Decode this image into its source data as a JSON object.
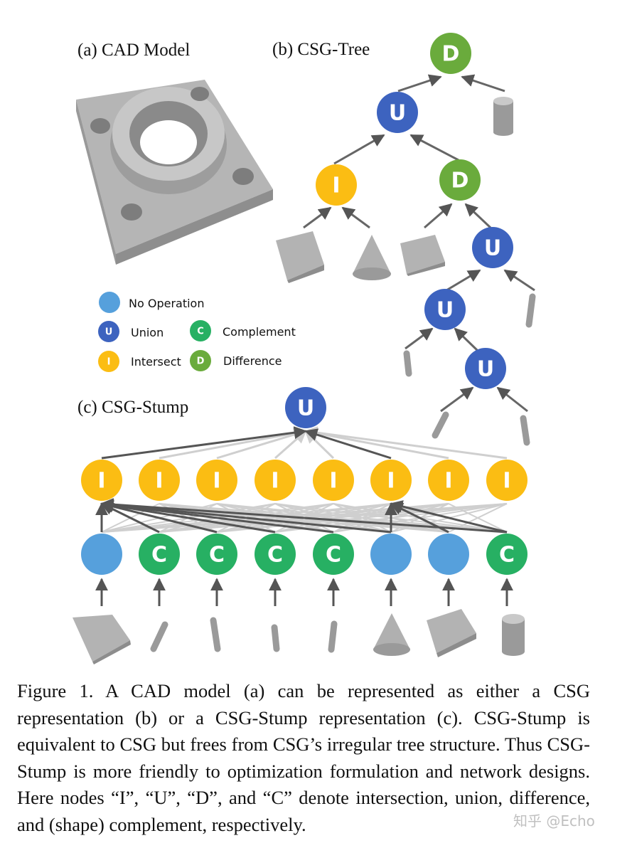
{
  "panels": {
    "a": "(a) CAD Model",
    "b": "(b) CSG-Tree",
    "c": "(c) CSG-Stump"
  },
  "legend": {
    "no_operation": "No Operation",
    "union": "Union",
    "complement": "Complement",
    "intersect": "Intersect",
    "difference": "Difference"
  },
  "node_letters": {
    "union": "U",
    "intersect": "I",
    "difference": "D",
    "complement": "C"
  },
  "colors": {
    "union": "#3d63bf",
    "intersect": "#fbbd13",
    "difference": "#6aab3c",
    "complement": "#27b063",
    "no_operation": "#56a0dc",
    "edge_dark": "#555555",
    "edge_light": "#cfcfcf",
    "primitive": "#a8a8a8"
  },
  "stump": {
    "intersect_nodes": 8,
    "bottom_nodes": [
      "no_operation",
      "complement",
      "complement",
      "complement",
      "complement",
      "no_operation",
      "no_operation",
      "complement"
    ],
    "primitives": [
      "box",
      "cylinder",
      "cylinder",
      "cylinder",
      "cylinder",
      "cone",
      "box",
      "cylinder"
    ]
  },
  "caption": "Figure 1. A CAD model (a) can be represented as either a CSG representation (b) or a CSG-Stump representation (c). CSG-Stump is equivalent to CSG but frees from CSG’s irregular tree structure. Thus CSG-Stump is more friendly to optimization formulation and network designs. Here nodes “I”, “U”, “D”, and “C” denote intersection, union, difference, and (shape) complement, respectively.",
  "watermark": "知乎 @Echo"
}
